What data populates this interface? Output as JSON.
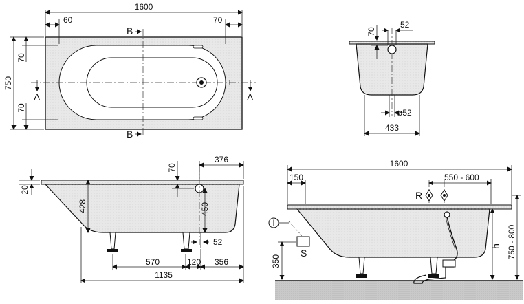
{
  "top_view": {
    "dim_length": "1600",
    "dim_left_inset": "60",
    "dim_right_inset": "70",
    "dim_width": "750",
    "dim_side_upper": "70",
    "dim_side_lower": "70",
    "section_b_top": "B",
    "section_b_bottom": "B",
    "section_a_left": "A",
    "section_a_right": "A"
  },
  "section_view": {
    "dim_rim": "70",
    "dim_hole": "52",
    "dim_drain": "ø52",
    "dim_bottom": "433"
  },
  "side_view": {
    "dim_rim_thickness": "20",
    "dim_rim_70": "70",
    "dim_376": "376",
    "dim_depth": "428",
    "dim_450": "450",
    "dim_52": "52",
    "dim_570": "570",
    "dim_120": "120",
    "dim_356": "356",
    "dim_1135": "1135"
  },
  "install_view": {
    "dim_length": "1600",
    "dim_150": "150",
    "dim_range": "550 - 600",
    "label_r": "R",
    "label_i": "I",
    "label_s": "S",
    "label_h": "h",
    "dim_height_range": "750 - 800",
    "dim_350": "350"
  },
  "colors": {
    "tub_fill": "#e6e6e6",
    "floor_fill": "#c8c8c8",
    "line": "#222222"
  }
}
